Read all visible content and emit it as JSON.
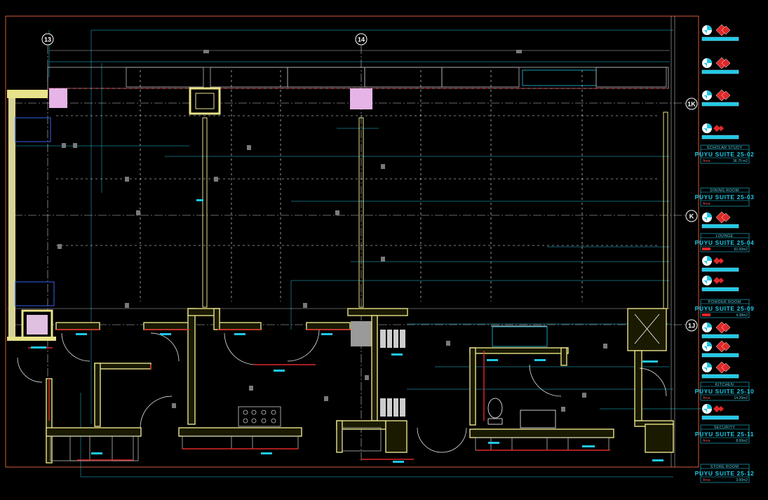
{
  "drawing": {
    "background": "#000000",
    "colors": {
      "border": "#d65a3c",
      "wall": "#e8e28a",
      "wall_hatch": "#8c8a3c",
      "dim": "#1ec8e6",
      "grid": "#ffffff",
      "red": "#e02828",
      "magenta": "#d8a0d8",
      "grey": "#8a8a8a",
      "blue": "#3050c8"
    }
  },
  "grid_bubbles": [
    {
      "id": "13",
      "label": "13"
    },
    {
      "id": "14",
      "label": "14"
    },
    {
      "id": "1K",
      "label": "1K"
    },
    {
      "id": "K",
      "label": "K"
    },
    {
      "id": "1J",
      "label": "1J"
    }
  ],
  "legend": {
    "rooms": [
      {
        "name": "SCHOLAR STUDY",
        "code": "PUYU SUITE 25-02",
        "area_label": "Area",
        "area": "36.75 m2"
      },
      {
        "name": "DINING ROOM",
        "code": "PUYU SUITE 25-03",
        "area_label": "Area",
        "area": ""
      },
      {
        "name": "LOUNGE",
        "code": "PUYU SUITE 25-04",
        "area_label": "",
        "area": "62.00m2"
      },
      {
        "name": "POWDER ROOM",
        "code": "PUYU SUITE 25-09",
        "area_label": "",
        "area": "4.38m2"
      },
      {
        "name": "KITCHEN",
        "code": "PUYU SUITE 25-10",
        "area_label": "Area",
        "area": "14.29m2"
      },
      {
        "name": "SECURITY",
        "code": "PUYU SUITE 25-11",
        "area_label": "Area",
        "area": "8.00m2"
      },
      {
        "name": "STORE ROOM",
        "code": "PUYU SUITE 25-12",
        "area_label": "Area",
        "area": "3.00m2"
      }
    ],
    "symbols": [
      {
        "icon": "sprinkler-detector-icon"
      },
      {
        "icon": "sprinkler-detector-icon"
      },
      {
        "icon": "sprinkler-detector-icon"
      },
      {
        "icon": "smoke-detector-icon"
      },
      {
        "icon": "sprinkler-detector-icon"
      },
      {
        "icon": "smoke-detector-icon"
      },
      {
        "icon": "smoke-detector-icon"
      },
      {
        "icon": "sprinkler-detector-icon"
      },
      {
        "icon": "sprinkler-detector-icon"
      },
      {
        "icon": "sprinkler-detector-icon"
      },
      {
        "icon": "smoke-detector-icon"
      }
    ]
  }
}
